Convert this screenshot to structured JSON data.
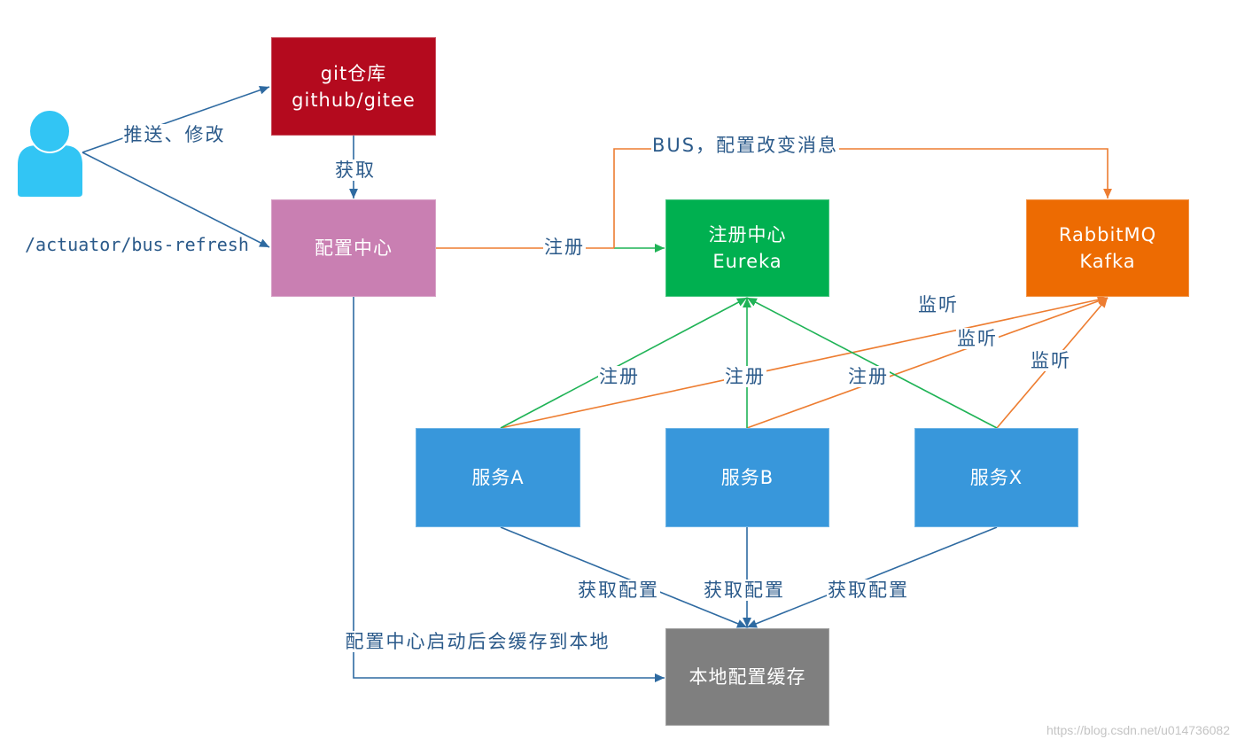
{
  "diagram": {
    "user": {
      "icon": "user-icon"
    },
    "nodes": {
      "git_repo": {
        "line1": "git仓库",
        "line2": "github/gitee"
      },
      "config_center": {
        "label": "配置中心"
      },
      "registry": {
        "line1": "注册中心",
        "line2": "Eureka"
      },
      "message_broker": {
        "line1": "RabbitMQ",
        "line2": "Kafka"
      },
      "service_a": {
        "label": "服务A"
      },
      "service_b": {
        "label": "服务B"
      },
      "service_x": {
        "label": "服务X"
      },
      "local_cache": {
        "label": "本地配置缓存"
      }
    },
    "edge_labels": {
      "push_modify": "推送、修改",
      "bus_refresh": "/actuator/bus-refresh",
      "fetch": "获取",
      "bus_message": "BUS，配置改变消息",
      "config_register": "注册",
      "listen_a": "监听",
      "listen_b": "监听",
      "listen_x": "监听",
      "register_a": "注册",
      "register_b": "注册",
      "register_x": "注册",
      "fetch_config_a": "获取配置",
      "fetch_config_b": "获取配置",
      "fetch_config_x": "获取配置",
      "cache_on_start": "配置中心启动后会缓存到本地"
    }
  },
  "watermark": "https://blog.csdn.net/u014736082",
  "colors": {
    "git_repo": "#b40a1e",
    "config_center": "#c97fb2",
    "registry": "#00b050",
    "message_broker": "#ed6b02",
    "service": "#3897db",
    "local_cache": "#7f7f7f",
    "user_icon": "#32c5f4",
    "edge_blue": "#2e6aa1",
    "edge_orange": "#ed7d31",
    "edge_green": "#1fb356",
    "label_text": "#2b5a8a",
    "watermark": "#c4c4c4"
  }
}
